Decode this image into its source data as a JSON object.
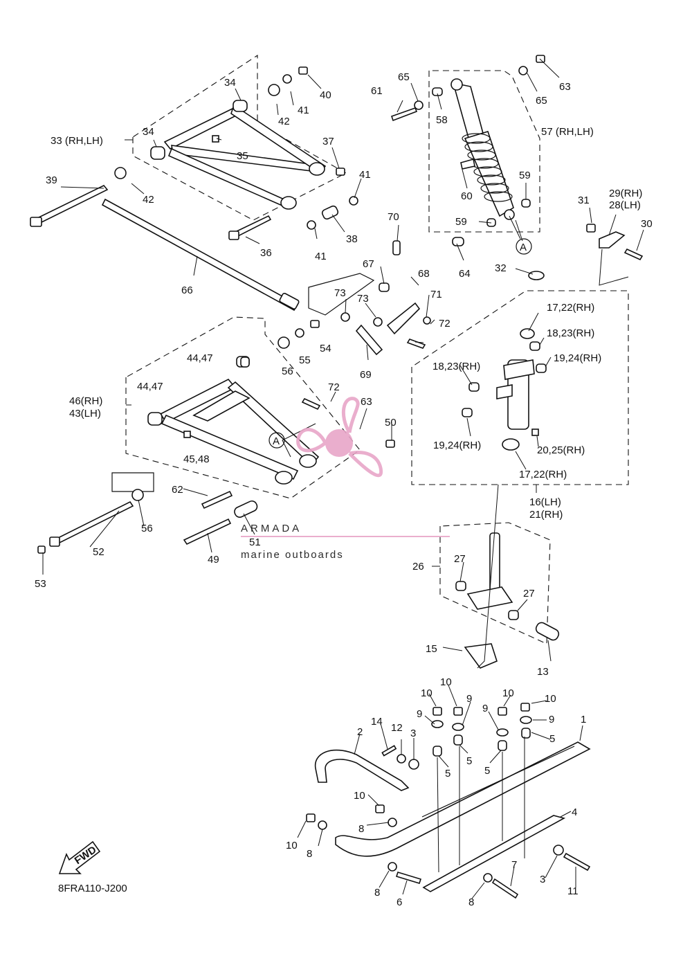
{
  "diagram_code": "8FRA110-J200",
  "fwd_label": "FWD",
  "watermark": {
    "name": "ARMADA",
    "subtitle": "marine outboards",
    "color": "#e8a6c8"
  },
  "callouts": [
    "1",
    "2",
    "3",
    "3",
    "4",
    "5",
    "5",
    "5",
    "5",
    "6",
    "7",
    "8",
    "8",
    "8",
    "8",
    "9",
    "9",
    "9",
    "9",
    "10",
    "10",
    "10",
    "10",
    "10",
    "10",
    "11",
    "12",
    "13",
    "14",
    "15",
    "16(LH)",
    "21(RH)",
    "17,22(RH)",
    "17,22(RH)",
    "18,23(RH)",
    "18,23(RH)",
    "19,24(RH)",
    "19,24(RH)",
    "20,25(RH)",
    "26",
    "27",
    "27",
    "29(RH)",
    "28(LH)",
    "30",
    "31",
    "32",
    "33 (RH,LH)",
    "34",
    "34",
    "35",
    "36",
    "37",
    "38",
    "39",
    "40",
    "41",
    "41",
    "41",
    "42",
    "42",
    "44,47",
    "44,47",
    "45,48",
    "46(RH)",
    "43(LH)",
    "49",
    "50",
    "51",
    "52",
    "53",
    "54",
    "55",
    "56",
    "56",
    "57 (RH,LH)",
    "58",
    "59",
    "59",
    "60",
    "61",
    "62",
    "63",
    "63",
    "64",
    "65",
    "65",
    "66",
    "67",
    "68",
    "69",
    "70",
    "71",
    "72",
    "72",
    "73",
    "73"
  ],
  "ref_marks": [
    "A",
    "A"
  ]
}
